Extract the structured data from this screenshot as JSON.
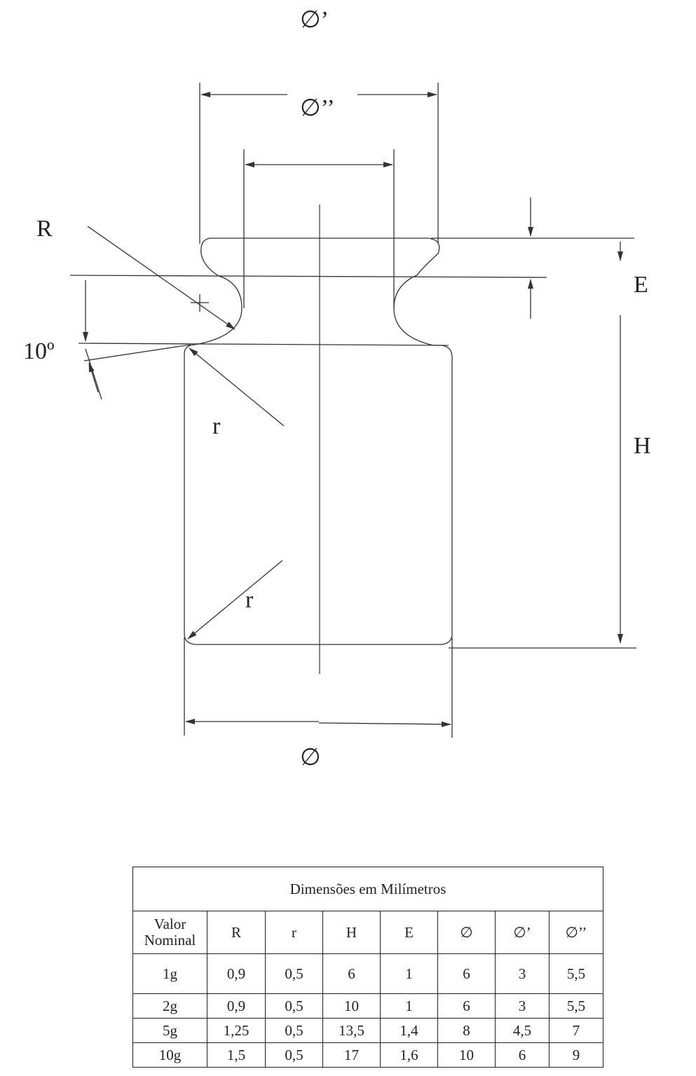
{
  "diagram": {
    "labels": {
      "diameter_prime": "∅’",
      "diameter_double_prime": "∅’’",
      "radius_R": "R",
      "angle": "10º",
      "radius_r_top": "r",
      "radius_r_bottom": "r",
      "dim_E": "E",
      "dim_H": "H",
      "diameter": "∅"
    }
  },
  "table": {
    "title": "Dimensões em Milímetros",
    "headers": {
      "valor_line1": "Valor",
      "valor_line2": "Nominal",
      "cols": [
        "R",
        "r",
        "H",
        "E",
        "∅",
        "∅’",
        "∅’’"
      ]
    },
    "rows": [
      {
        "nominal": "1g",
        "values": [
          "0,9",
          "0,5",
          "6",
          "1",
          "6",
          "3",
          "5,5"
        ]
      },
      {
        "nominal": "2g",
        "values": [
          "0,9",
          "0,5",
          "10",
          "1",
          "6",
          "3",
          "5,5"
        ]
      },
      {
        "nominal": "5g",
        "values": [
          "1,25",
          "0,5",
          "13,5",
          "1,4",
          "8",
          "4,5",
          "7"
        ]
      },
      {
        "nominal": "10g",
        "values": [
          "1,5",
          "0,5",
          "17",
          "1,6",
          "10",
          "6",
          "9"
        ]
      }
    ]
  }
}
